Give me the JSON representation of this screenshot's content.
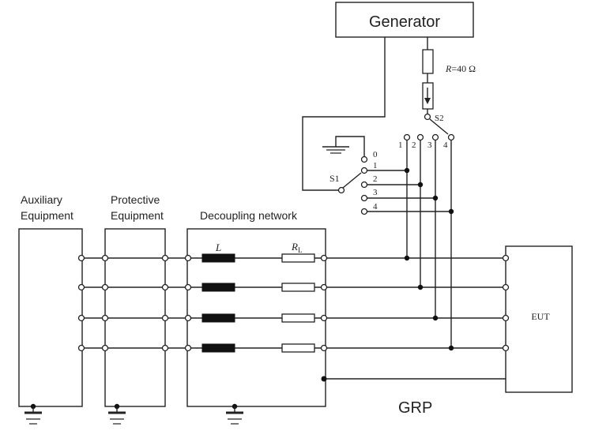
{
  "generator": {
    "label": "Generator"
  },
  "source_resistor": {
    "symbol": "R",
    "value": "=40 Ω"
  },
  "switch_s1": {
    "label": "S1",
    "positions": [
      "0",
      "1",
      "2",
      "3",
      "4"
    ]
  },
  "switch_s2": {
    "label": "S2",
    "positions": [
      "1",
      "2",
      "3",
      "4"
    ]
  },
  "blocks": {
    "auxiliary": [
      "Auxiliary",
      "Equipment"
    ],
    "protective": [
      "Protective",
      "Equipment"
    ],
    "decoupling": "Decoupling network",
    "eut": "EUT"
  },
  "components": {
    "inductor": "L",
    "resistor": {
      "symbol": "R",
      "subscript": "L"
    }
  },
  "ground_plane": "GRP",
  "colors": {
    "line": "#222222",
    "inductor": "#111111",
    "background": "#ffffff"
  }
}
